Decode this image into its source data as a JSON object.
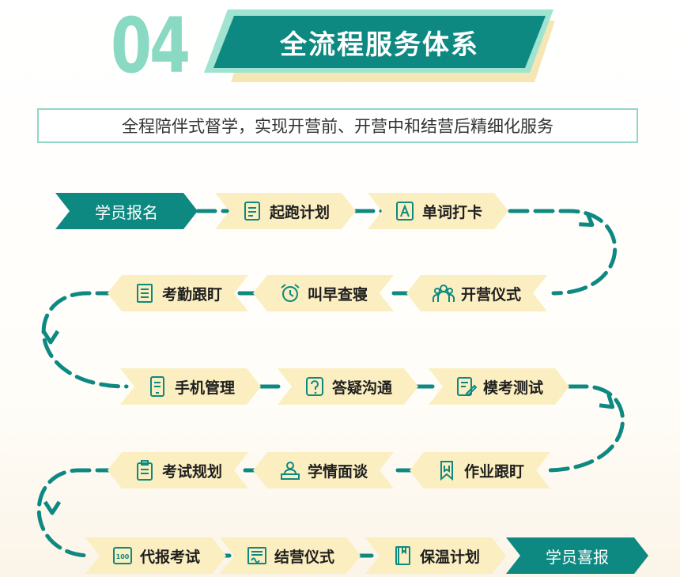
{
  "header": {
    "number": "04",
    "title": "全流程服务体系",
    "subtitle": "全程陪伴式督学，实现开营前、开营中和结营后精细化服务"
  },
  "colors": {
    "teal": "#0e8982",
    "teal_light": "#9fe3d0",
    "cream": "#fbeec0",
    "number": "#8ad9c3"
  },
  "flow": {
    "rows": [
      {
        "direction": "right",
        "steps": [
          {
            "label": "学员报名",
            "style": "teal"
          },
          {
            "label": "起跑计划",
            "icon": "document-icon"
          },
          {
            "label": "单词打卡",
            "icon": "letter-a-card-icon"
          }
        ]
      },
      {
        "direction": "left",
        "steps": [
          {
            "label": "开营仪式",
            "icon": "people-group-icon"
          },
          {
            "label": "叫早查寝",
            "icon": "alarm-clock-icon"
          },
          {
            "label": "考勤跟盯",
            "icon": "notebook-icon"
          }
        ]
      },
      {
        "direction": "right",
        "steps": [
          {
            "label": "手机管理",
            "icon": "tablet-icon"
          },
          {
            "label": "答疑沟通",
            "icon": "question-icon"
          },
          {
            "label": "模考测试",
            "icon": "edit-document-icon"
          }
        ]
      },
      {
        "direction": "left",
        "steps": [
          {
            "label": "作业跟盯",
            "icon": "bookmark-icon"
          },
          {
            "label": "学情面谈",
            "icon": "interview-icon"
          },
          {
            "label": "考试规划",
            "icon": "clipboard-icon"
          }
        ]
      },
      {
        "direction": "right",
        "steps": [
          {
            "label": "代报考试",
            "icon": "score-100-icon"
          },
          {
            "label": "结营仪式",
            "icon": "certificate-icon"
          },
          {
            "label": "保温计划",
            "icon": "book-icon"
          },
          {
            "label": "学员喜报",
            "style": "teal"
          }
        ]
      }
    ]
  }
}
